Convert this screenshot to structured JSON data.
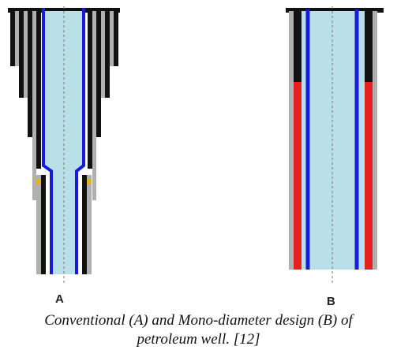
{
  "figure": {
    "labels": {
      "a": "A",
      "b": "B"
    },
    "caption_line1": "Conventional (A) and Mono-diameter design (B) of",
    "caption_line2": "petroleum well. [12]",
    "colors": {
      "fluid": "#b8e0e6",
      "tubing": "#1a1adb",
      "casing": "#111111",
      "cement": "#b0b0b0",
      "expandable": "#e62020",
      "centerline": "#777777",
      "hanger": "#e8b400"
    }
  }
}
